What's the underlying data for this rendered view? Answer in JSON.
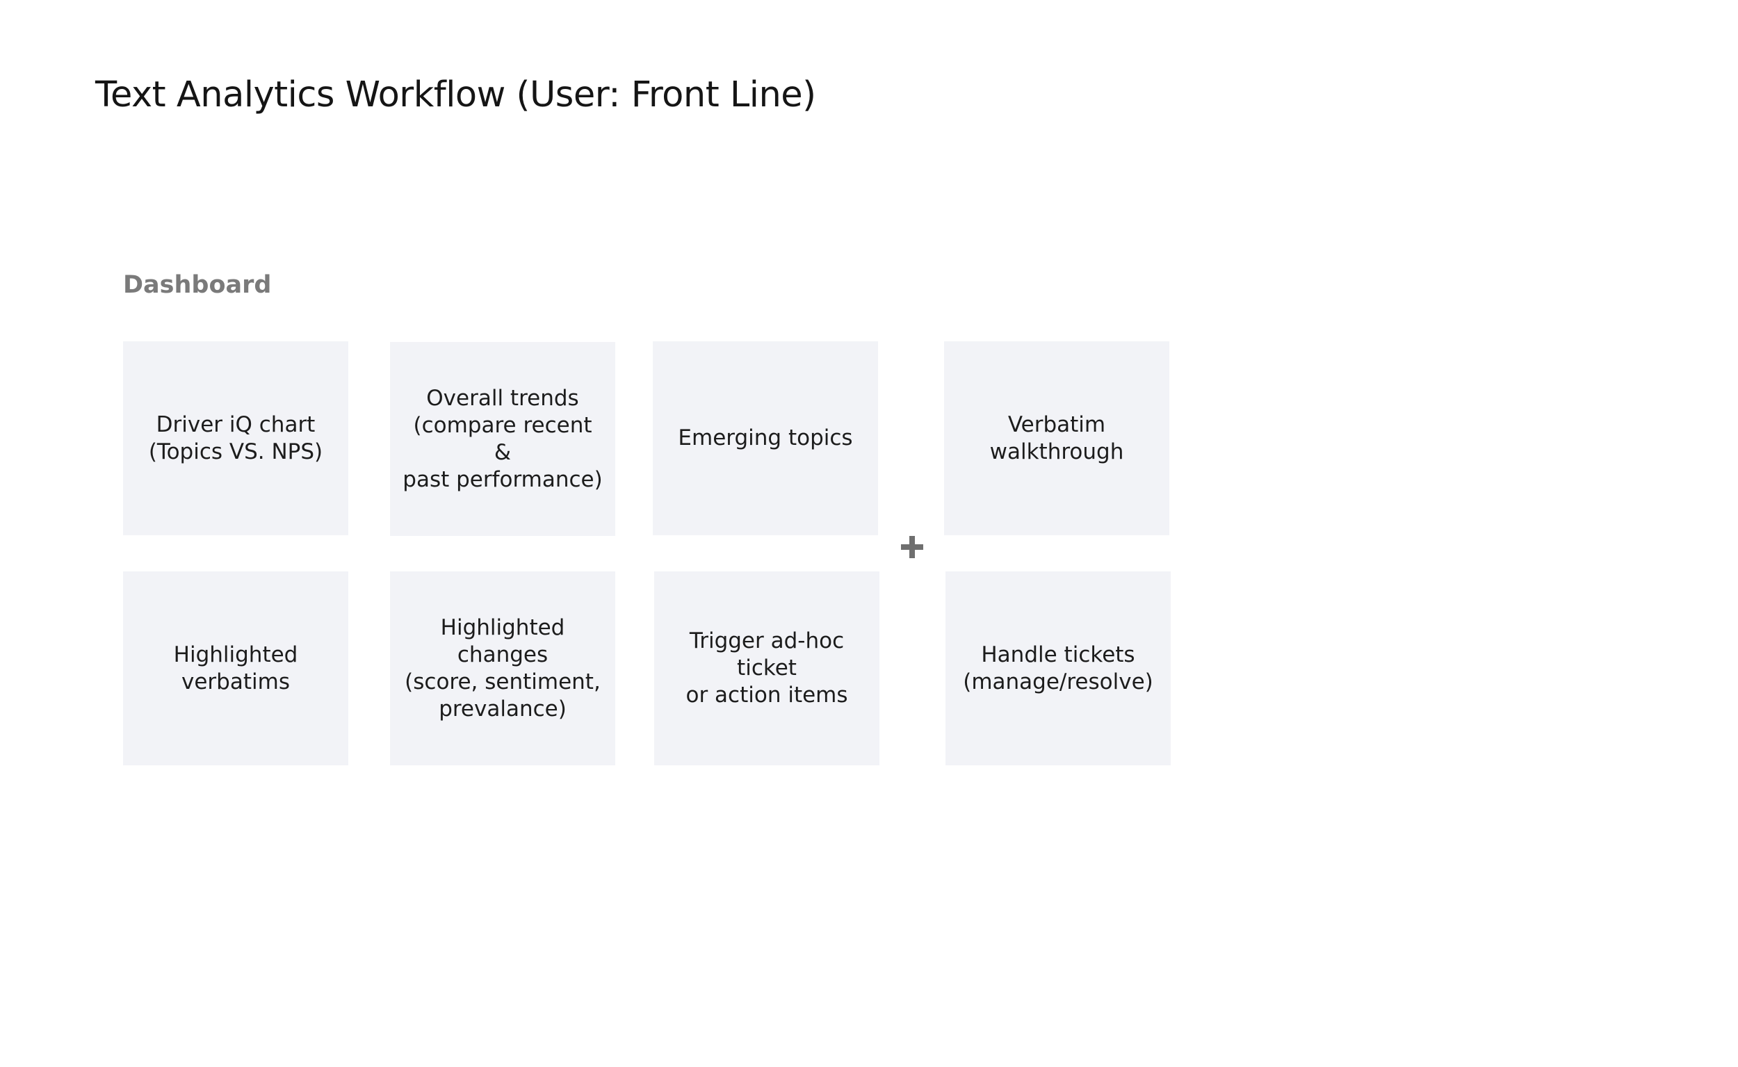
{
  "title": "Text Analytics Workflow (User: Front Line)",
  "section": {
    "heading": "Dashboard"
  },
  "cards": [
    {
      "label": "Driver iQ chart\n(Topics VS. NPS)"
    },
    {
      "label": "Overall trends\n(compare recent &\npast performance)"
    },
    {
      "label": "Emerging topics"
    },
    {
      "label": "Verbatim\nwalkthrough"
    },
    {
      "label": "Highlighted\nverbatims"
    },
    {
      "label": "Highlighted changes\n(score, sentiment,\nprevalance)"
    },
    {
      "label": "Trigger ad-hoc ticket\nor action items"
    },
    {
      "label": "Handle tickets\n(manage/resolve)"
    }
  ],
  "connector_icon": "plus-icon",
  "colors": {
    "card_background": "#f2f3f7",
    "heading_gray": "#7a7a7a",
    "icon_gray": "#6f6f6f"
  }
}
